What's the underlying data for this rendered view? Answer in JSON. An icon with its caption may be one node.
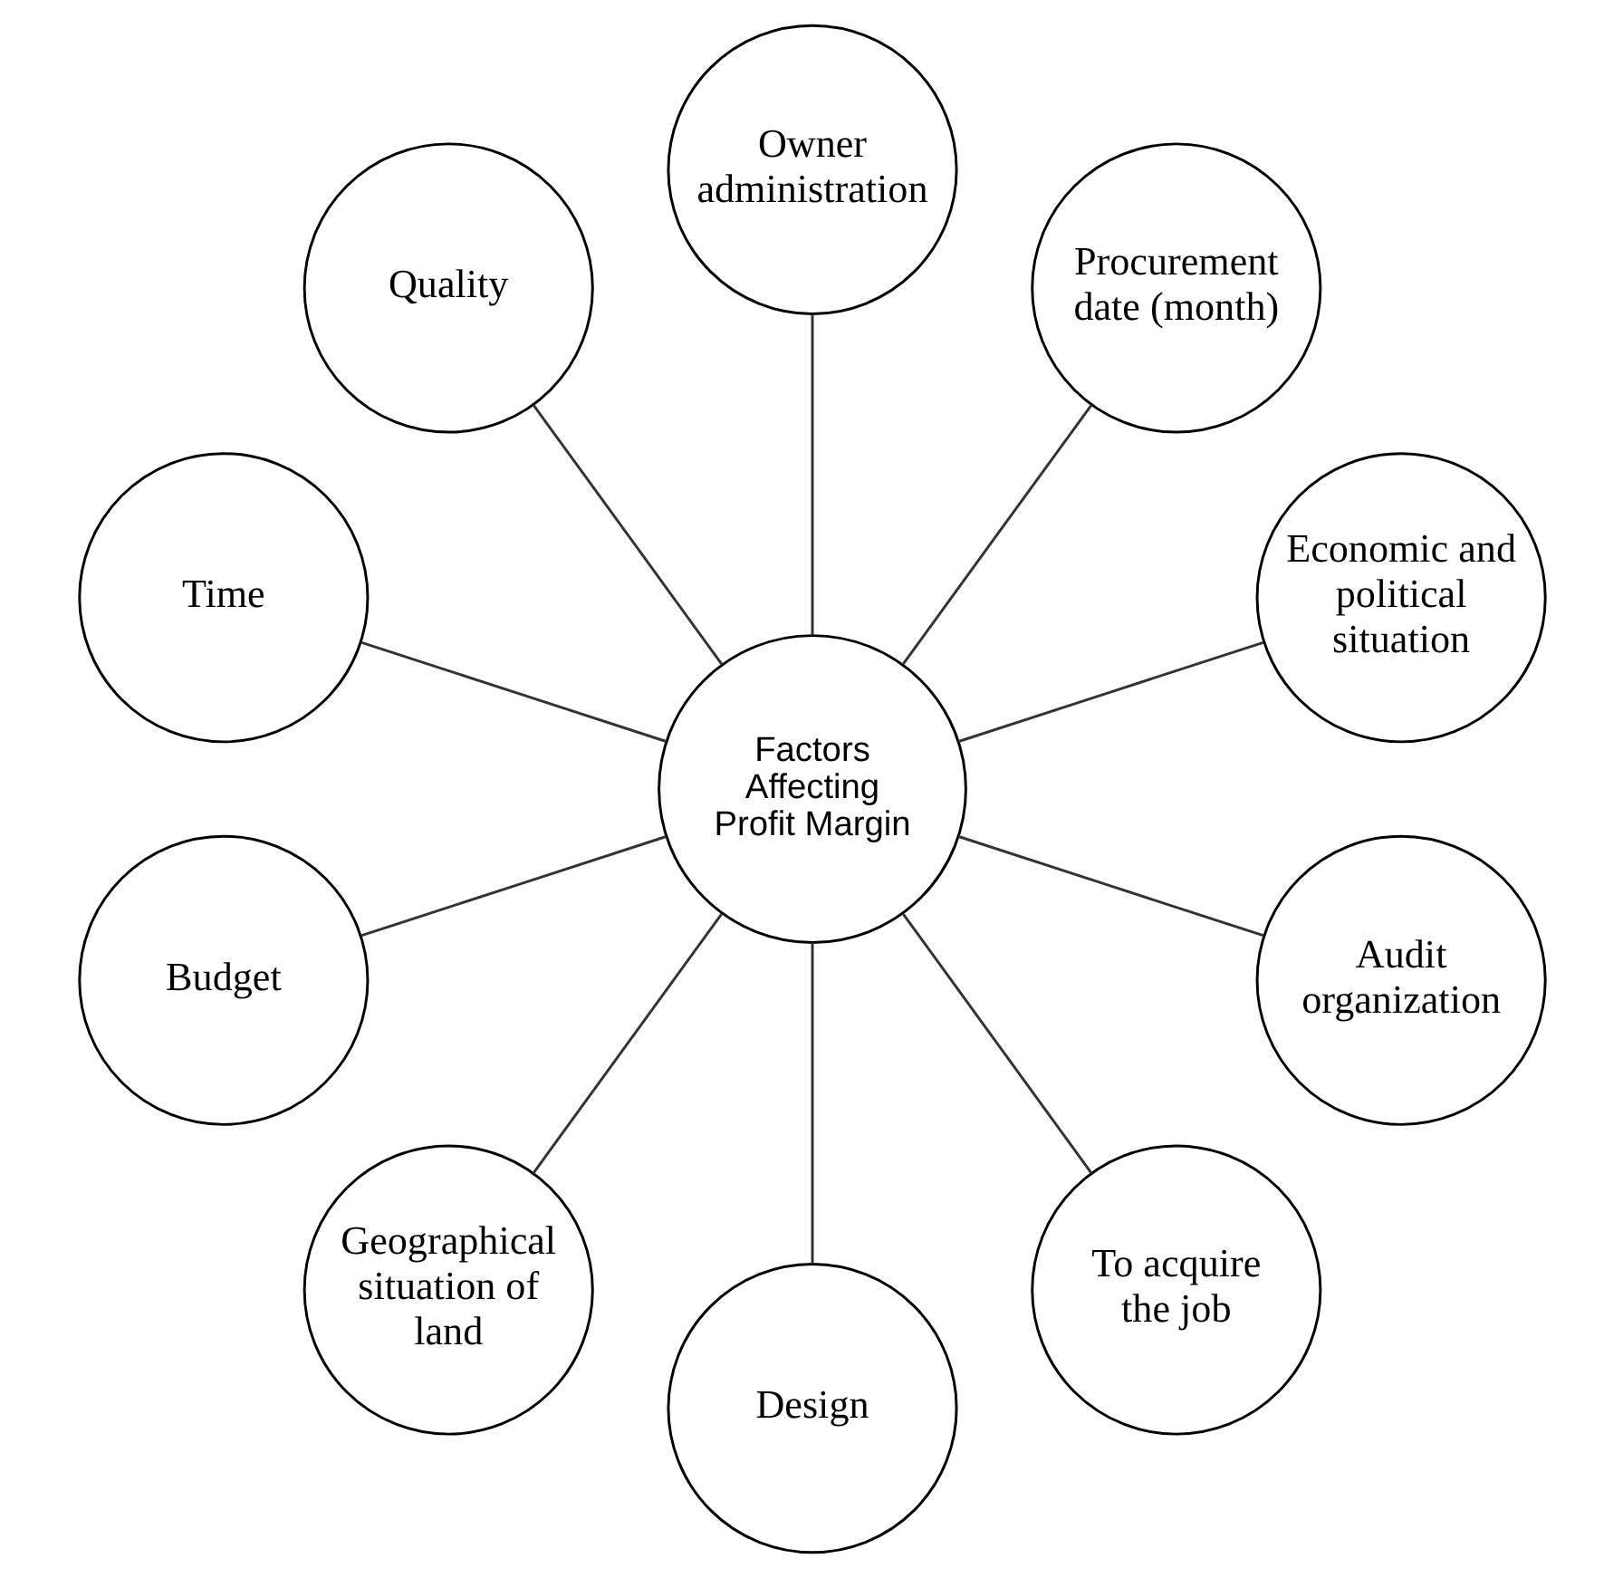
{
  "diagram": {
    "nodes": [
      {
        "text": [
          "Factors Affecting Profit Margin"
        ]
      },
      {
        "text": [
          "Economic and political situation"
        ]
      },
      {
        "text": [
          "Procurement date (month)"
        ]
      },
      {
        "text": [
          "Owner administration"
        ]
      },
      {
        "text": [
          "Quality"
        ]
      },
      {
        "text": [
          "Time"
        ]
      },
      {
        "text": [
          "Budget"
        ]
      },
      {
        "text": [
          "Geographical situation of land"
        ]
      },
      {
        "text": [
          "Design"
        ]
      },
      {
        "text": [
          "To acquire the job"
        ]
      },
      {
        "text": [
          "Audit organization"
        ]
      }
    ],
    "edges": [
      {
        "from": 0,
        "to": 1,
        "arrow": "none"
      },
      {
        "from": 0,
        "to": 2,
        "arrow": "none"
      },
      {
        "from": 0,
        "to": 3,
        "arrow": "none"
      },
      {
        "from": 0,
        "to": 4,
        "arrow": "none"
      },
      {
        "from": 0,
        "to": 5,
        "arrow": "none"
      },
      {
        "from": 0,
        "to": 6,
        "arrow": "none"
      },
      {
        "from": 0,
        "to": 7,
        "arrow": "none"
      },
      {
        "from": 0,
        "to": 8,
        "arrow": "none"
      },
      {
        "from": 0,
        "to": 9,
        "arrow": "none"
      },
      {
        "from": 0,
        "to": 10,
        "arrow": "none"
      }
    ]
  }
}
